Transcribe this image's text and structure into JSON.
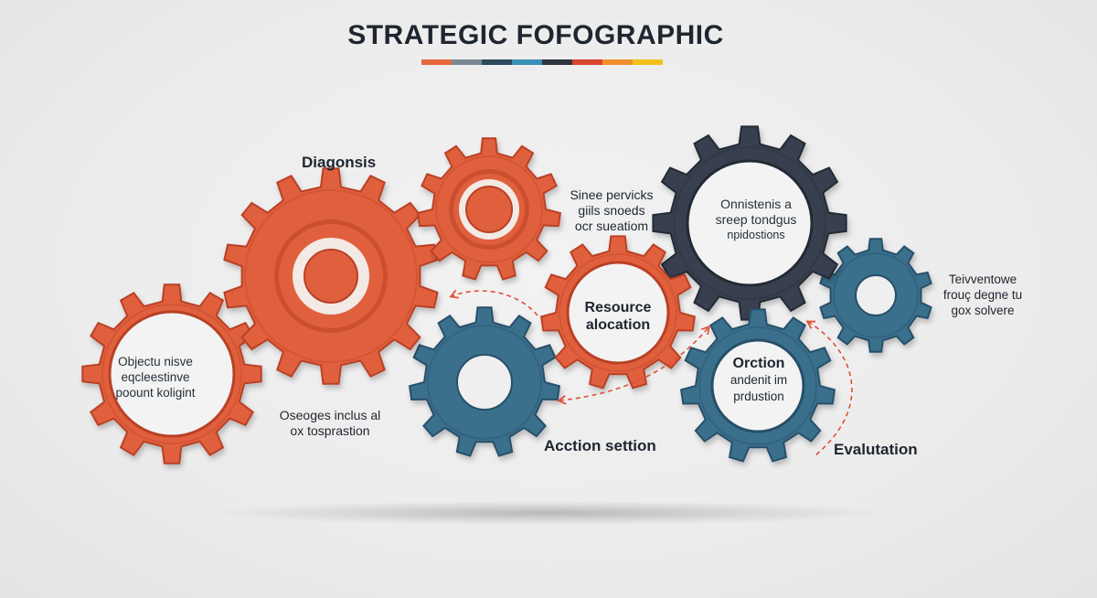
{
  "title": "STRATEGIC FOFOGRAPHIC",
  "ribbon_colors": [
    "#e8663d",
    "#7a8894",
    "#2e4a5c",
    "#3a8fb5",
    "#2f3540",
    "#d9452f",
    "#f08f2e",
    "#f2c21b"
  ],
  "colors": {
    "orange": "#e0603c",
    "orange_dark": "#b94125",
    "teal": "#3a6f8c",
    "teal_dark": "#285069",
    "navy": "#38414f",
    "navy_dark": "#232a35",
    "arrow": "#e0503a"
  },
  "labels": {
    "diagnosis": "Diagonsis",
    "gear1": [
      "Objectu nisve",
      "eqcleestinve",
      "poount koligint"
    ],
    "below_gear1": [
      "Oseoges inclus al",
      "ox tosprastion"
    ],
    "top_right_of_small_gear": [
      "Sinee pervicks",
      "giils snoeds",
      "ocr sueatiom"
    ],
    "resource": [
      "Resource",
      "alocation"
    ],
    "action": "Acction settion",
    "navy_gear": [
      "Onnistenis a",
      "sreep tondgus",
      "npidostions"
    ],
    "teal_right_gear": [
      "Orction",
      "andenit im",
      "prdustion"
    ],
    "far_right": [
      "Teivventowe",
      "frouç degne tu",
      "gox solvere"
    ],
    "evaluation": "Evalutation"
  },
  "gears": [
    {
      "id": "gear-orange-left",
      "color": "orange",
      "center": "text"
    },
    {
      "id": "gear-orange-large",
      "color": "orange",
      "center": "rings"
    },
    {
      "id": "gear-orange-small",
      "color": "orange",
      "center": "rings"
    },
    {
      "id": "gear-orange-resource",
      "color": "orange",
      "center": "text"
    },
    {
      "id": "gear-teal-middle",
      "color": "teal",
      "center": "hole"
    },
    {
      "id": "gear-navy",
      "color": "navy",
      "center": "text"
    },
    {
      "id": "gear-teal-right",
      "color": "teal",
      "center": "text"
    },
    {
      "id": "gear-teal-small",
      "color": "teal",
      "center": "hole"
    }
  ]
}
